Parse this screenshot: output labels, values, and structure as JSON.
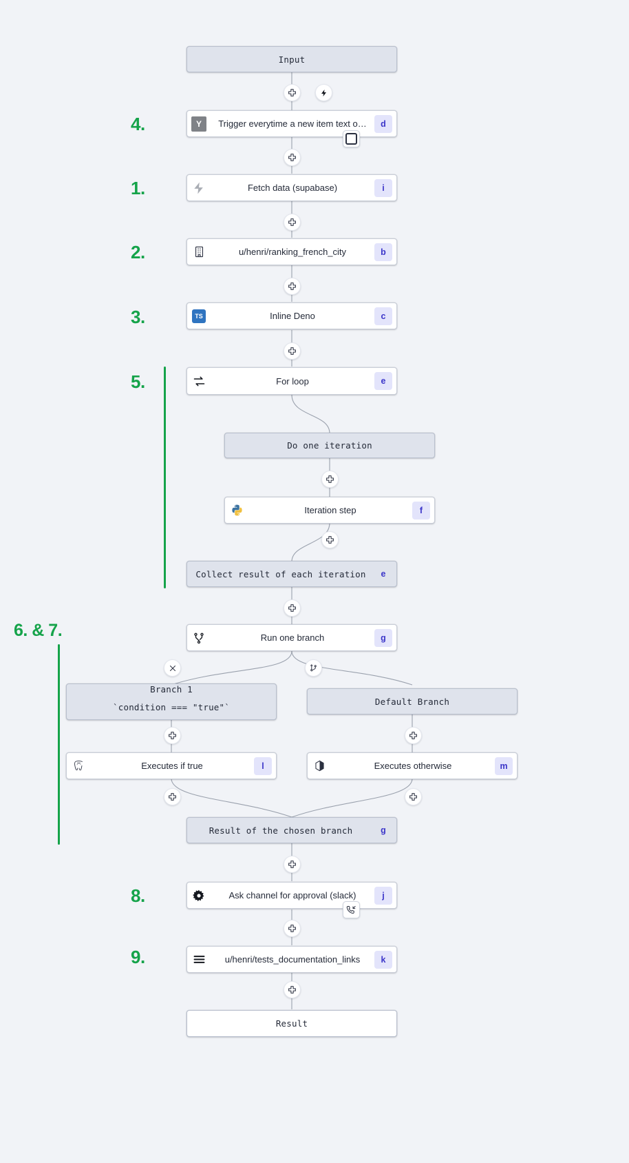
{
  "theme": {
    "background": "#f1f3f7",
    "accent_green": "#15a34a",
    "badge_bg": "#e3e4fb",
    "badge_fg": "#3b35c9",
    "virtual_node_bg": "#dfe3ec",
    "node_bg": "#ffffff",
    "edge_stroke": "#9aa1ad"
  },
  "graph": {
    "nodes": [
      {
        "id": "input",
        "label": "Input",
        "kind": "virtual",
        "icon": "none",
        "badge": ""
      },
      {
        "id": "trigger",
        "label": "Trigger everytime a new item text o…",
        "kind": "script",
        "icon": "yaml-icon",
        "badge": "d"
      },
      {
        "id": "fetch",
        "label": "Fetch data (supabase)",
        "kind": "script",
        "icon": "supabase-icon",
        "badge": "i"
      },
      {
        "id": "ranking",
        "label": "u/henri/ranking_french_city",
        "kind": "script",
        "icon": "building-icon",
        "badge": "b"
      },
      {
        "id": "deno",
        "label": "Inline Deno",
        "kind": "script",
        "icon": "typescript-icon",
        "badge": "c"
      },
      {
        "id": "forloop",
        "label": "For loop",
        "kind": "flow",
        "icon": "loop-icon",
        "badge": "e"
      },
      {
        "id": "iteration",
        "label": "Do one iteration",
        "kind": "virtual",
        "icon": "none",
        "badge": ""
      },
      {
        "id": "iterstep",
        "label": "Iteration step",
        "kind": "script",
        "icon": "python-icon",
        "badge": "f"
      },
      {
        "id": "collect",
        "label": "Collect result of each iteration",
        "kind": "virtual",
        "icon": "none",
        "badge": "e"
      },
      {
        "id": "branchone",
        "label": "Run one branch",
        "kind": "flow",
        "icon": "branch-icon",
        "badge": "g"
      },
      {
        "id": "branch1",
        "label": "Branch 1",
        "label2": "`condition === \"true\"`",
        "kind": "virtual",
        "icon": "none",
        "badge": ""
      },
      {
        "id": "defaultbr",
        "label": "Default Branch",
        "kind": "virtual",
        "icon": "none",
        "badge": ""
      },
      {
        "id": "iftrue",
        "label": "Executes if true",
        "kind": "script",
        "icon": "postgres-icon",
        "badge": "l"
      },
      {
        "id": "otherwise",
        "label": "Executes otherwise",
        "kind": "script",
        "icon": "graphql-cube-icon",
        "badge": "m"
      },
      {
        "id": "branchres",
        "label": "Result of the chosen branch",
        "kind": "virtual",
        "icon": "none",
        "badge": "g"
      },
      {
        "id": "approval",
        "label": "Ask channel for approval (slack)",
        "kind": "script",
        "icon": "gear-icon",
        "badge": "j"
      },
      {
        "id": "testsdoc",
        "label": "u/henri/tests_documentation_links",
        "kind": "script",
        "icon": "hamburger-icon",
        "badge": "k"
      },
      {
        "id": "result",
        "label": "Result",
        "kind": "plain",
        "icon": "none",
        "badge": ""
      }
    ],
    "handles": [
      {
        "id": "h-input-trigger",
        "icon": "plus-icon"
      },
      {
        "id": "h-trigger-bolt",
        "icon": "bolt-icon"
      },
      {
        "id": "h-trigger-stop",
        "icon": "square-icon"
      },
      {
        "id": "h-trigger-fetch",
        "icon": "plus-icon"
      },
      {
        "id": "h-fetch-ranking",
        "icon": "plus-icon"
      },
      {
        "id": "h-ranking-deno",
        "icon": "plus-icon"
      },
      {
        "id": "h-deno-forloop",
        "icon": "plus-icon"
      },
      {
        "id": "h-iter-step",
        "icon": "plus-icon"
      },
      {
        "id": "h-step-collect",
        "icon": "plus-icon"
      },
      {
        "id": "h-collect-branch",
        "icon": "plus-icon"
      },
      {
        "id": "h-branch-close",
        "icon": "close-icon"
      },
      {
        "id": "h-branch-add",
        "icon": "add-branch-icon"
      },
      {
        "id": "h-b1-iftrue",
        "icon": "plus-icon"
      },
      {
        "id": "h-db-otherwise",
        "icon": "plus-icon"
      },
      {
        "id": "h-iftrue-res",
        "icon": "plus-icon"
      },
      {
        "id": "h-otherwise-res",
        "icon": "plus-icon"
      },
      {
        "id": "h-res-approval",
        "icon": "plus-icon"
      },
      {
        "id": "h-approval-call",
        "icon": "phone-callback-icon"
      },
      {
        "id": "h-approval-tests",
        "icon": "plus-icon"
      },
      {
        "id": "h-tests-result",
        "icon": "plus-icon"
      }
    ]
  },
  "annotations": {
    "steps": [
      {
        "id": "step-4",
        "label": "4."
      },
      {
        "id": "step-1",
        "label": "1."
      },
      {
        "id": "step-2",
        "label": "2."
      },
      {
        "id": "step-3",
        "label": "3."
      },
      {
        "id": "step-5",
        "label": "5."
      },
      {
        "id": "step-67",
        "label": "6. & 7."
      },
      {
        "id": "step-8",
        "label": "8."
      },
      {
        "id": "step-9",
        "label": "9."
      }
    ]
  }
}
